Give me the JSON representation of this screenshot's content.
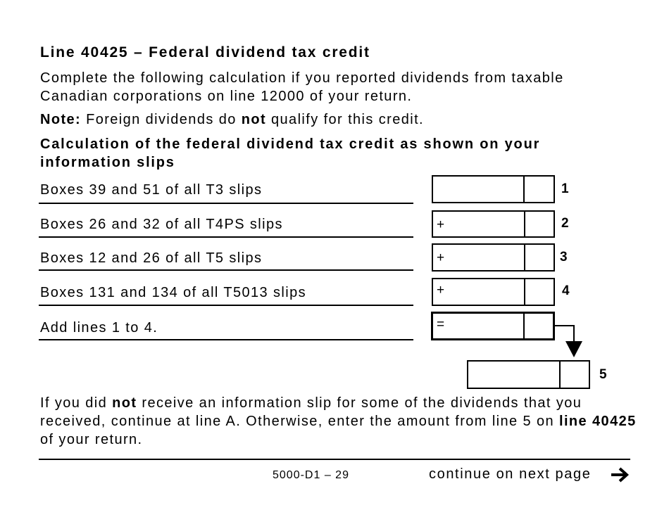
{
  "heading": "Line 40425 – Federal dividend tax credit",
  "intro": "Complete the following calculation if you reported dividends from taxable Canadian corporations on line 12000 of your return.",
  "note": {
    "label": "Note:",
    "text_before": "Foreign dividends do",
    "emphasis": "not",
    "text_after": "qualify for this credit."
  },
  "calc_heading": "Calculation of the federal dividend tax credit as shown on your information slips",
  "rows": [
    {
      "label": "Boxes 39 and 51 of all T3 slips",
      "operator": "",
      "line": "1"
    },
    {
      "label": "Boxes 26 and 32 of all T4PS slips",
      "operator": "+",
      "line": "2"
    },
    {
      "label": "Boxes 12 and 26 of all T5 slips",
      "operator": "+",
      "line": "3"
    },
    {
      "label": "Boxes 131 and 134 of all T5013 slips",
      "operator": "+",
      "line": "4"
    },
    {
      "label": "Add lines 1 to 4.",
      "operator": "=",
      "line": ""
    }
  ],
  "total_line": "5",
  "closing": {
    "text1": "If you did",
    "emphasis1": "not",
    "text2": "receive an information slip for some of the dividends that you received, continue at line A. Otherwise, enter the amount from line 5 on",
    "emphasis2": "line 40425",
    "text3": "of your return."
  },
  "footer": {
    "page_id": "5000-D1 – 29",
    "continue": "continue on next page"
  }
}
